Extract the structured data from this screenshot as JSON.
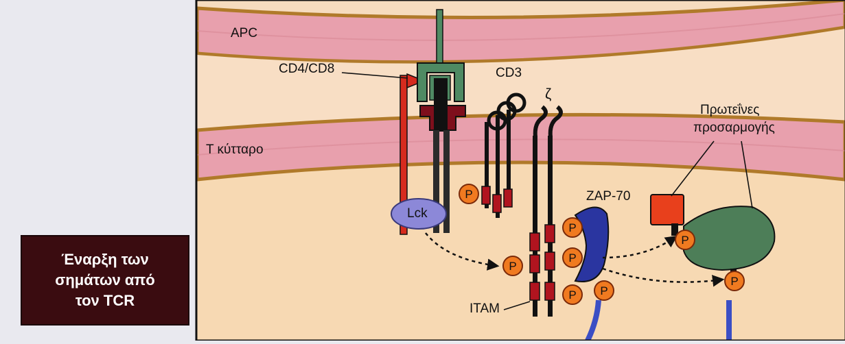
{
  "labels": {
    "apc": "APC",
    "cd4cd8": "CD4/CD8",
    "cd3": "CD3",
    "zeta": "ζ",
    "tcell": "Τ κύτταρο",
    "adapter_line1": "Πρωτεΐνες",
    "adapter_line2": "προσαρμογής",
    "zap70": "ZAP-70",
    "lck": "Lck",
    "itam": "ITAM",
    "phospho": "P"
  },
  "caption": {
    "line1": "Έναρξη των",
    "line2": "σημάτων από",
    "line3": "τον TCR"
  },
  "colors": {
    "membrane_pink": "#e8a0ad",
    "membrane_border": "#b07a2a",
    "cytoplasm": "#f7d9b3",
    "page_bg": "#e9e9ef",
    "tcr_green": "#4f8a63",
    "coreceptor_red": "#d62b1e",
    "itam_red": "#b0141f",
    "zap70_blue": "#2a35a0",
    "lck_purple": "#8c88d8",
    "adapter_green": "#4d7e58",
    "adapter_red": "#e8401c",
    "phospho_orange": "#f07a20",
    "caption_bg": "#3a0c10"
  }
}
